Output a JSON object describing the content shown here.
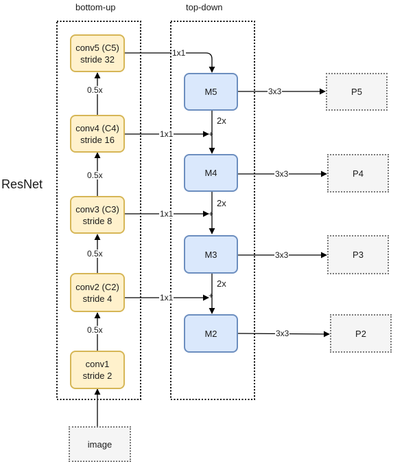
{
  "headers": {
    "bottom_up": "bottom-up",
    "top_down": "top-down"
  },
  "side_label": "ResNet",
  "resnet": {
    "c5": {
      "line1": "conv5 (C5)",
      "line2": "stride 32"
    },
    "c4": {
      "line1": "conv4 (C4)",
      "line2": "stride 16"
    },
    "c3": {
      "line1": "conv3 (C3)",
      "line2": "stride 8"
    },
    "c2": {
      "line1": "conv2 (C2)",
      "line2": "stride 4"
    },
    "c1": {
      "line1": "conv1",
      "line2": "stride 2"
    }
  },
  "downsample_labels": [
    "0.5x",
    "0.5x",
    "0.5x",
    "0.5x"
  ],
  "merge": {
    "m5": "M5",
    "m4": "M4",
    "m3": "M3",
    "m2": "M2"
  },
  "outputs": {
    "p5": "P5",
    "p4": "P4",
    "p3": "P3",
    "p2": "P2"
  },
  "image": "image",
  "lateral_labels": [
    "1x1",
    "1x1",
    "1x1",
    "1x1"
  ],
  "upsample_labels": [
    "2x",
    "2x",
    "2x"
  ],
  "output_labels": [
    "3x3",
    "3x3",
    "3x3",
    "3x3"
  ],
  "plus_symbol": "+",
  "colors": {
    "resnet_fill": "#fff1cc",
    "resnet_border": "#d6b656",
    "merge_fill": "#dae8fc",
    "merge_border": "#6c8ebf",
    "output_fill": "#f5f5f5",
    "output_border": "#7a7a7a"
  }
}
